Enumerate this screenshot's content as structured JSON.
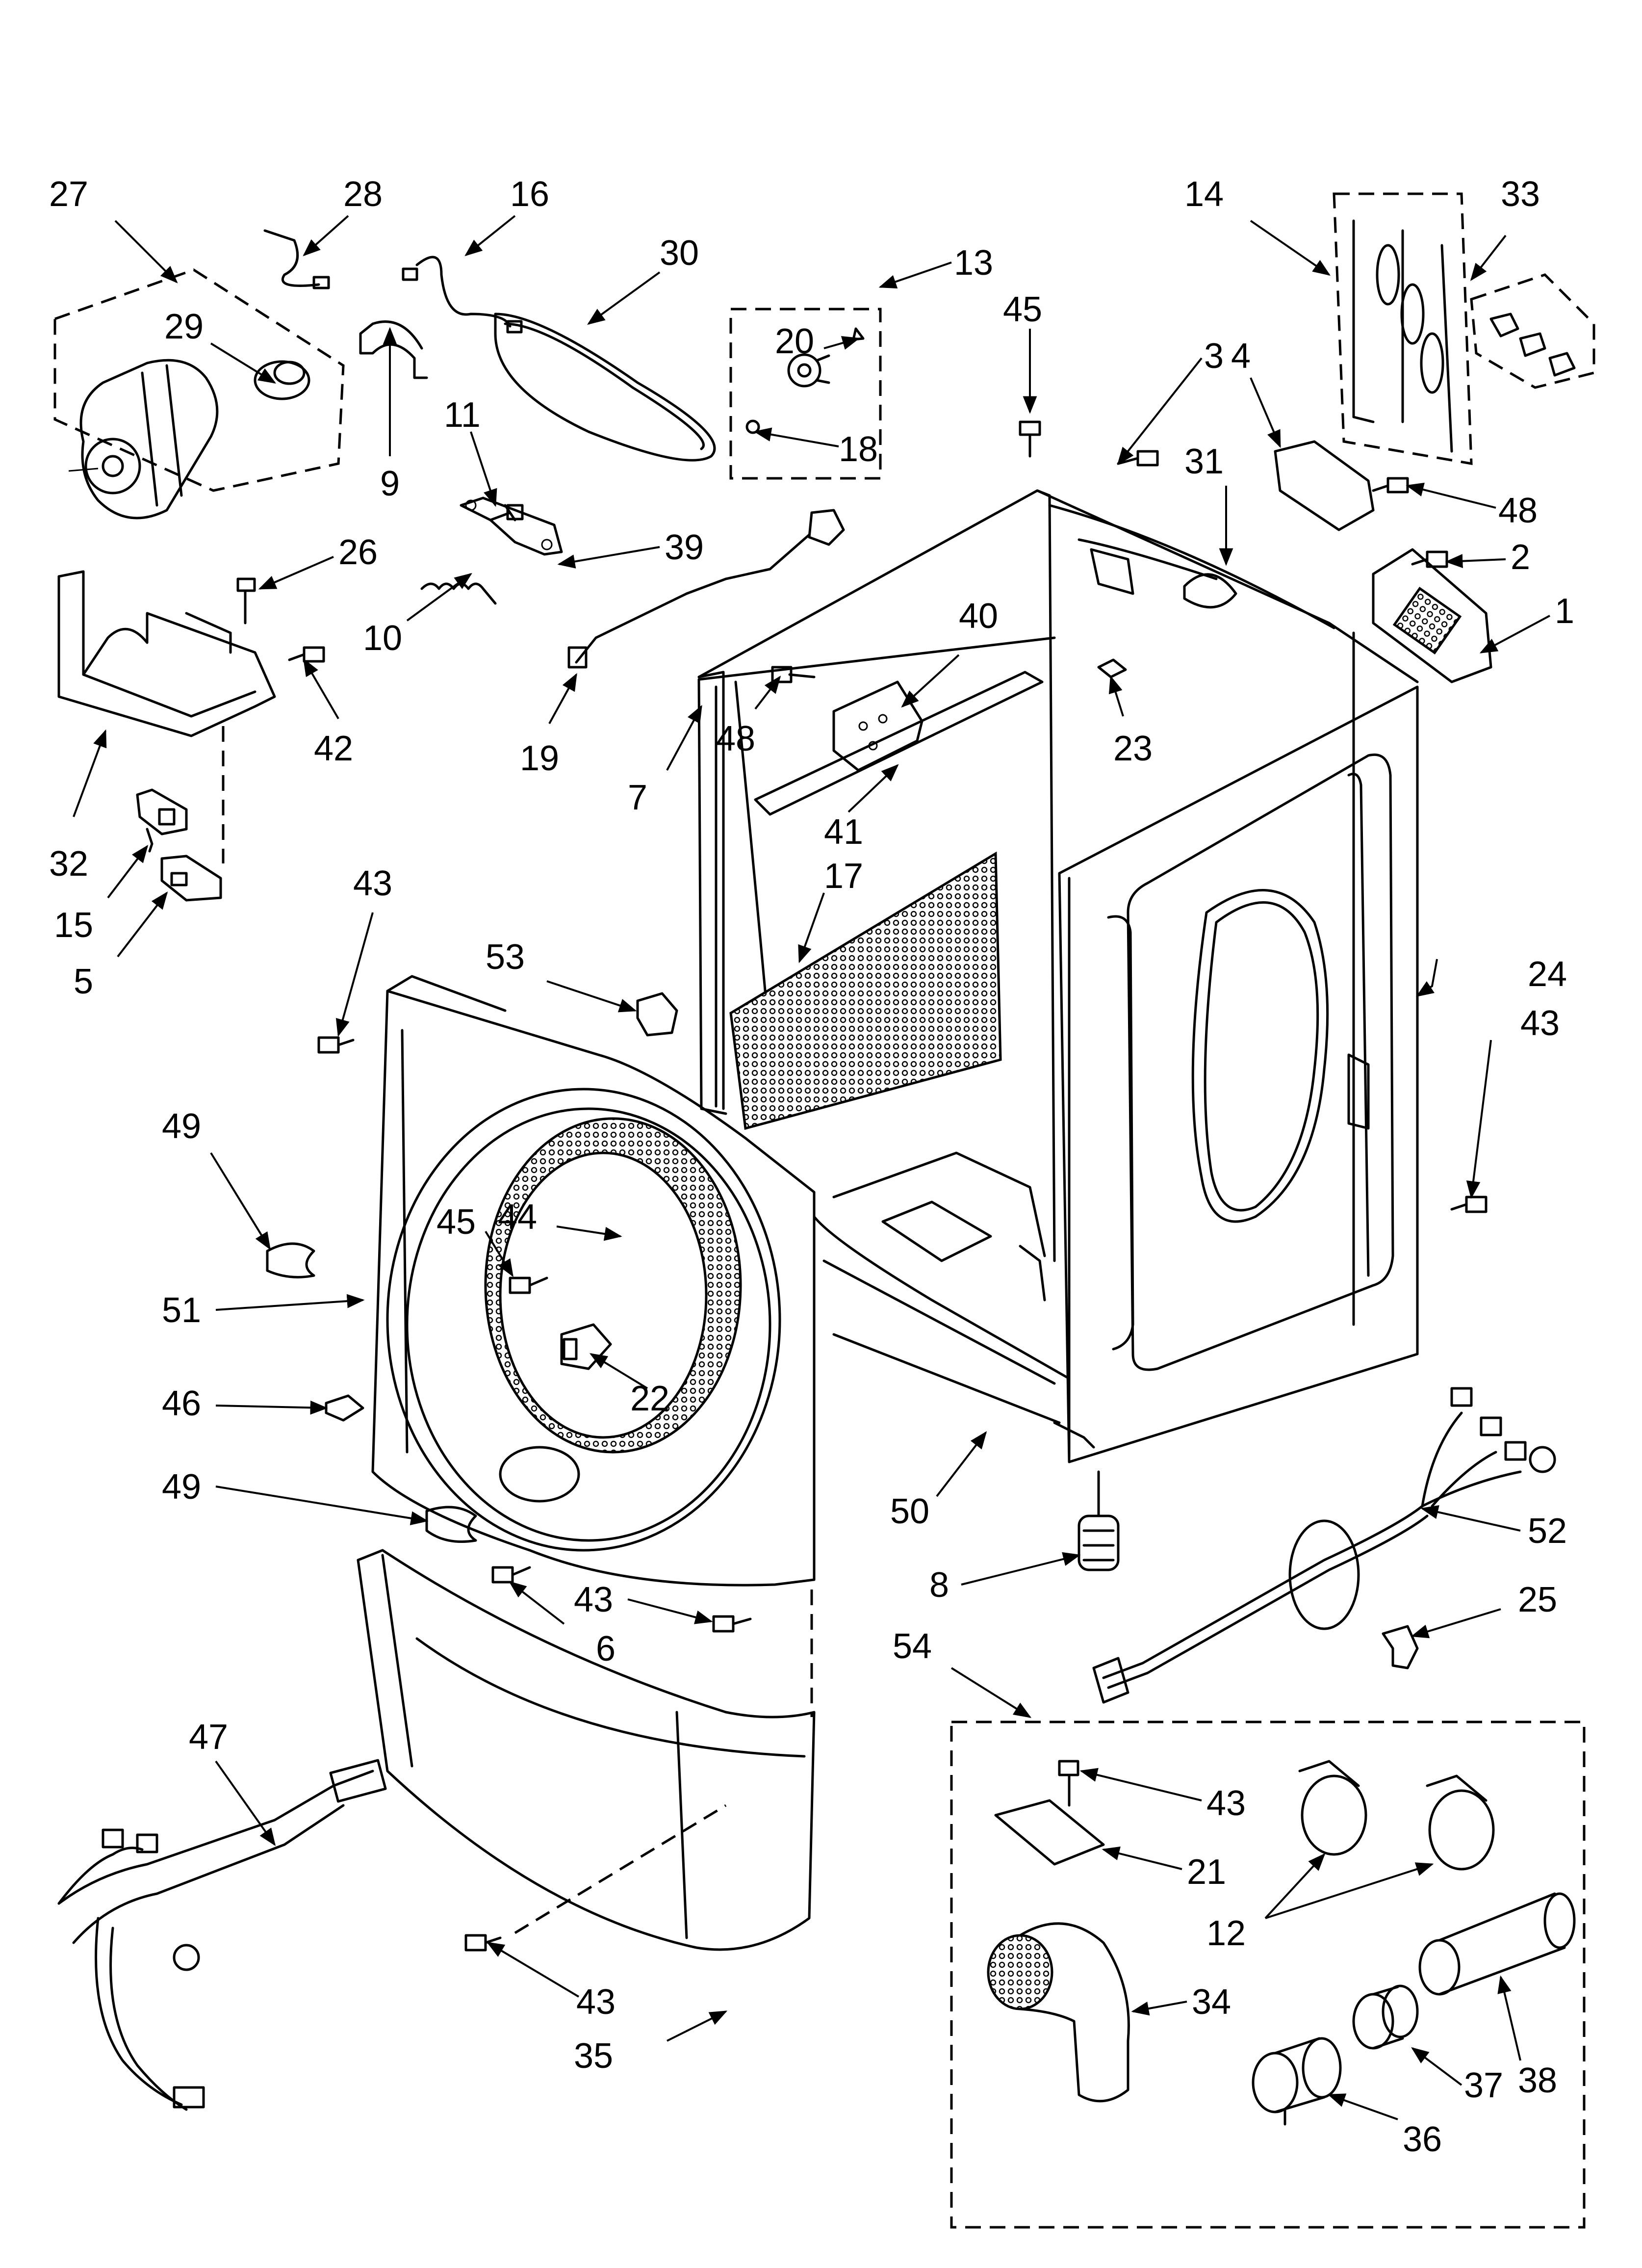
{
  "callouts": [
    {
      "id": "c27",
      "text": "27"
    },
    {
      "id": "c28",
      "text": "28"
    },
    {
      "id": "c16",
      "text": "16"
    },
    {
      "id": "c30",
      "text": "30"
    },
    {
      "id": "c13",
      "text": "13"
    },
    {
      "id": "c20",
      "text": "20"
    },
    {
      "id": "c18",
      "text": "18"
    },
    {
      "id": "c45a",
      "text": "45"
    },
    {
      "id": "c14",
      "text": "14"
    },
    {
      "id": "c33",
      "text": "33"
    },
    {
      "id": "c29",
      "text": "29"
    },
    {
      "id": "c9",
      "text": "9"
    },
    {
      "id": "c11",
      "text": "11"
    },
    {
      "id": "c4",
      "text": "4"
    },
    {
      "id": "c3",
      "text": "3"
    },
    {
      "id": "c31",
      "text": "31"
    },
    {
      "id": "c48a",
      "text": "48"
    },
    {
      "id": "c26",
      "text": "26"
    },
    {
      "id": "c39",
      "text": "39"
    },
    {
      "id": "c2",
      "text": "2"
    },
    {
      "id": "c1",
      "text": "1"
    },
    {
      "id": "c10",
      "text": "10"
    },
    {
      "id": "c42",
      "text": "42"
    },
    {
      "id": "c40",
      "text": "40"
    },
    {
      "id": "c48b",
      "text": "48"
    },
    {
      "id": "c23",
      "text": "23"
    },
    {
      "id": "c19",
      "text": "19"
    },
    {
      "id": "c7",
      "text": "7"
    },
    {
      "id": "c41",
      "text": "41"
    },
    {
      "id": "c32",
      "text": "32"
    },
    {
      "id": "c15",
      "text": "15"
    },
    {
      "id": "c5",
      "text": "5"
    },
    {
      "id": "c17",
      "text": "17"
    },
    {
      "id": "c43a",
      "text": "43"
    },
    {
      "id": "c53",
      "text": "53"
    },
    {
      "id": "c24",
      "text": "24"
    },
    {
      "id": "c43b",
      "text": "43"
    },
    {
      "id": "c49a",
      "text": "49"
    },
    {
      "id": "c45b",
      "text": "45"
    },
    {
      "id": "c44",
      "text": "44"
    },
    {
      "id": "c51",
      "text": "51"
    },
    {
      "id": "c22",
      "text": "22"
    },
    {
      "id": "c46",
      "text": "46"
    },
    {
      "id": "c49b",
      "text": "49"
    },
    {
      "id": "c50",
      "text": "50"
    },
    {
      "id": "c52",
      "text": "52"
    },
    {
      "id": "c8",
      "text": "8"
    },
    {
      "id": "c43c",
      "text": "43"
    },
    {
      "id": "c6",
      "text": "6"
    },
    {
      "id": "c25",
      "text": "25"
    },
    {
      "id": "c54",
      "text": "54"
    },
    {
      "id": "c47",
      "text": "47"
    },
    {
      "id": "c43d",
      "text": "43"
    },
    {
      "id": "c21",
      "text": "21"
    },
    {
      "id": "c12",
      "text": "12"
    },
    {
      "id": "c34",
      "text": "34"
    },
    {
      "id": "c38",
      "text": "38"
    },
    {
      "id": "c43e",
      "text": "43"
    },
    {
      "id": "c37",
      "text": "37"
    },
    {
      "id": "c35",
      "text": "35"
    },
    {
      "id": "c36",
      "text": "36"
    }
  ]
}
